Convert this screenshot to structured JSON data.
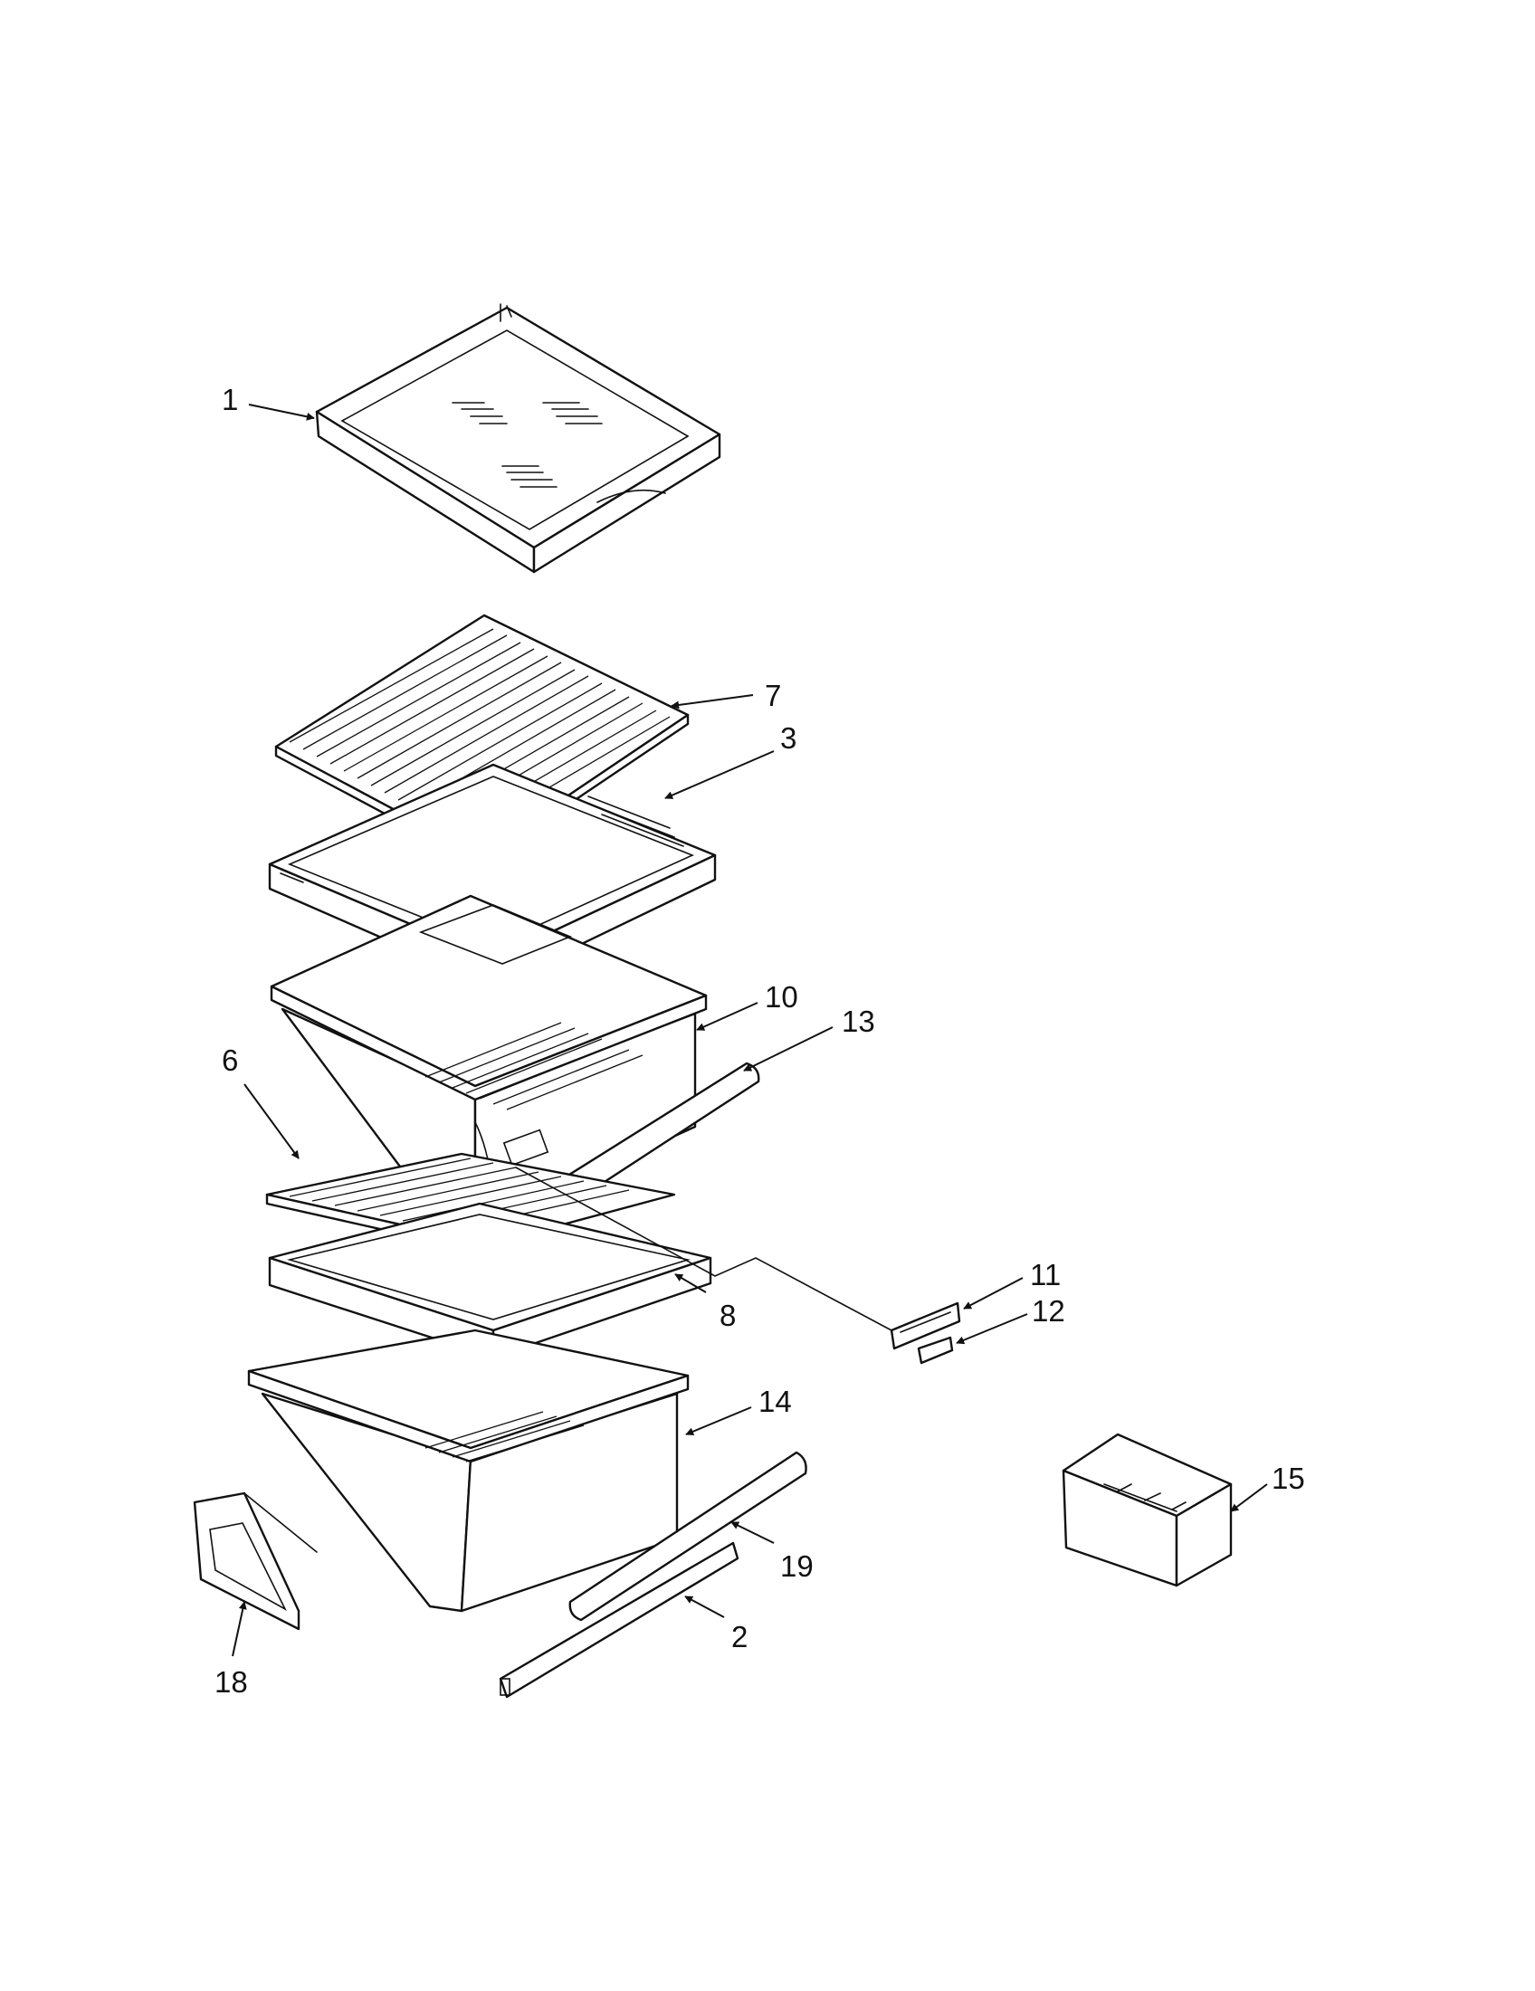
{
  "diagram": {
    "callouts": [
      {
        "id": "c1",
        "label": "1"
      },
      {
        "id": "c7",
        "label": "7"
      },
      {
        "id": "c3",
        "label": "3"
      },
      {
        "id": "c10",
        "label": "10"
      },
      {
        "id": "c13",
        "label": "13"
      },
      {
        "id": "c6",
        "label": "6"
      },
      {
        "id": "c11",
        "label": "11"
      },
      {
        "id": "c12",
        "label": "12"
      },
      {
        "id": "c8",
        "label": "8"
      },
      {
        "id": "c14",
        "label": "14"
      },
      {
        "id": "c15",
        "label": "15"
      },
      {
        "id": "c19",
        "label": "19"
      },
      {
        "id": "c2",
        "label": "2"
      },
      {
        "id": "c18",
        "label": "18"
      }
    ]
  }
}
